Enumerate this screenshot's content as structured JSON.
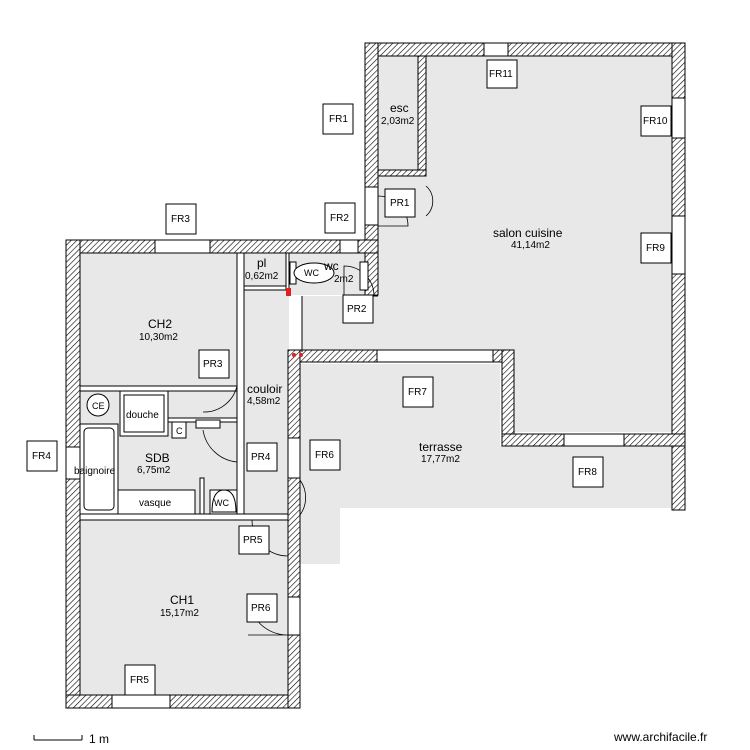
{
  "rooms": {
    "esc": {
      "name": "esc",
      "area": "2,03m2"
    },
    "salon": {
      "name": "salon cuisine",
      "area": "41,14m2"
    },
    "pl": {
      "name": "pl",
      "area": "0,62m2"
    },
    "wc_top": {
      "name": "wc",
      "area": "2m2"
    },
    "ch2": {
      "name": "CH2",
      "area": "10,30m2"
    },
    "couloir": {
      "name": "couloir",
      "area": "4,58m2"
    },
    "terrasse": {
      "name": "terrasse",
      "area": "17,77m2"
    },
    "sdb": {
      "name": "SDB",
      "area": "6,75m2"
    },
    "ch1": {
      "name": "CH1",
      "area": "15,17m2"
    }
  },
  "fixtures": {
    "ce": "CE",
    "douche": "douche",
    "c": "C",
    "baignoire": "baignoire",
    "vasque": "vasque",
    "wc_sdb": "WC",
    "wc_top_bowl": "WC"
  },
  "tags": {
    "fr1": "FR1",
    "fr2": "FR2",
    "fr3": "FR3",
    "fr4": "FR4",
    "fr5": "FR5",
    "fr6": "FR6",
    "fr7": "FR7",
    "fr8": "FR8",
    "fr9": "FR9",
    "fr10": "FR10",
    "fr11": "FR11",
    "pr1": "PR1",
    "pr2": "PR2",
    "pr3": "PR3",
    "pr4": "PR4",
    "pr5": "PR5",
    "pr6": "PR6"
  },
  "footer": {
    "scale_label": "1 m",
    "watermark": "www.archifacile.fr"
  },
  "colors": {
    "floor": "#e8e8e8",
    "wall_hatch": "#000000",
    "marker": "#e02020"
  }
}
